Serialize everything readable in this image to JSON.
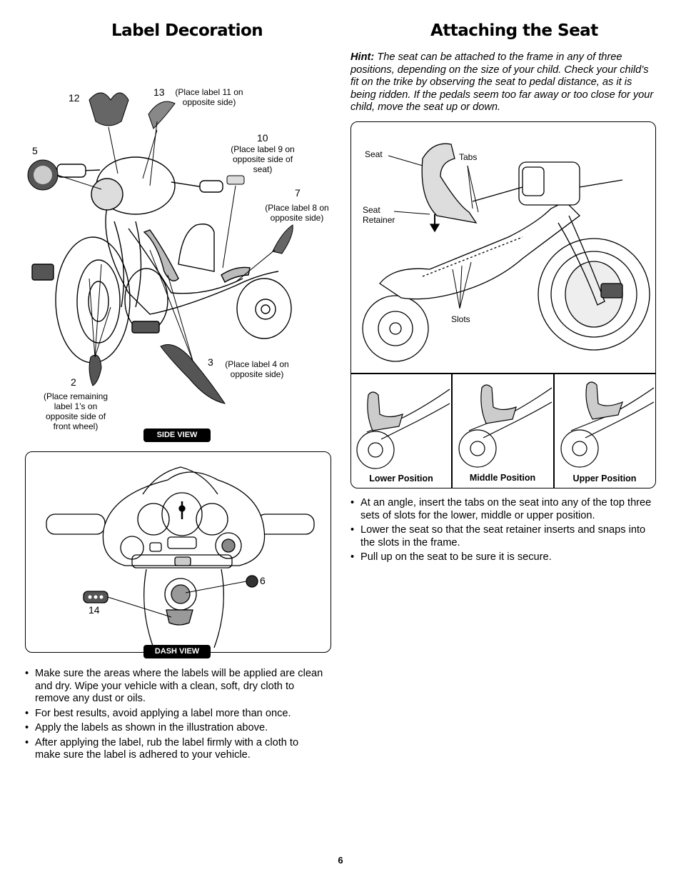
{
  "left": {
    "title": "Label Decoration",
    "numbers": {
      "n12": "12",
      "n13": "13",
      "n5": "5",
      "n10": "10",
      "n7": "7",
      "n3": "3",
      "n2": "2",
      "n6": "6",
      "n14": "14"
    },
    "notes": {
      "label13": "(Place label 11 on opposite side)",
      "label10": "(Place label 9 on opposite side of seat)",
      "label7": "(Place label 8 on opposite side)",
      "label3": "(Place label 4 on opposite side)",
      "label2": "(Place remaining label 1’s on opposite side of front wheel)"
    },
    "side_view": "SIDE VIEW",
    "dash_view": "DASH VIEW",
    "bullets": [
      "Make sure the areas where the labels will be applied are clean and dry. Wipe your vehicle with a clean, soft, dry cloth to remove any dust or oils.",
      "For best results, avoid applying a label more than once.",
      "Apply the labels as shown in the illustration above.",
      "After applying the label, rub the label firmly with a cloth to make sure the label is adhered to your vehicle."
    ]
  },
  "right": {
    "title": "Attaching the Seat",
    "hint_label": "Hint:",
    "hint_text": " The seat can be attached to the frame in any of three positions, depending on the size of your child. Check your child’s fit on the trike by observing the seat to pedal distance, as it is being ridden. If the pedals seem too far away or too close for your child, move the seat up or down.",
    "callouts": {
      "seat": "Seat",
      "tabs": "Tabs",
      "seat_retainer": "Seat Retainer",
      "slots": "Slots"
    },
    "positions": [
      "Lower Position",
      "Middle Position",
      "Upper Position"
    ],
    "bullets": [
      "At an angle, insert the tabs on the seat into any of the top three sets of slots for the lower, middle or upper position.",
      "Lower the seat so that the seat retainer inserts and snaps into the slots in the frame.",
      "Pull up on the seat to be sure it is secure."
    ]
  },
  "page_number": "6"
}
